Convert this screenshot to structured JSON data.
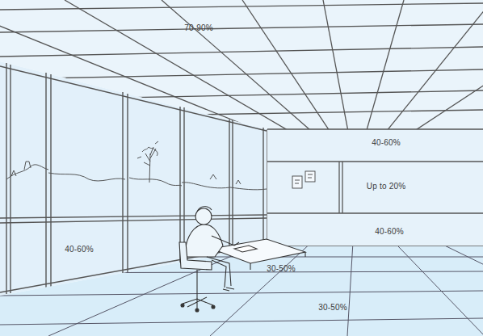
{
  "diagram": {
    "labels": [
      "70-90%",
      "40-60%",
      "Up to 20%",
      "40-60%",
      "40-60%",
      "30-50%",
      "30-50%"
    ]
  }
}
